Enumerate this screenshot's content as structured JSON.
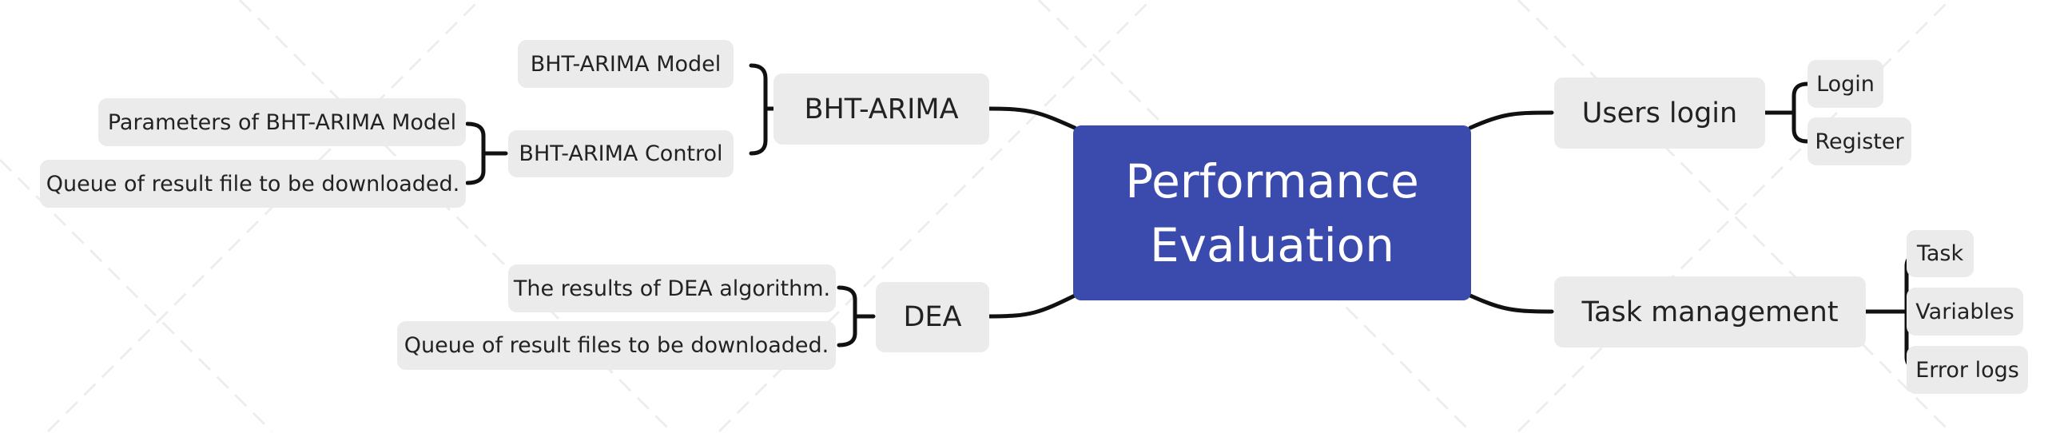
{
  "root": {
    "line1": "Performance",
    "line2": "Evaluation",
    "color": "#3a4aad"
  },
  "branches": {
    "bht_arima": {
      "label": "BHT-ARIMA",
      "children": {
        "model": "BHT-ARIMA Model",
        "control": {
          "label": "BHT-ARIMA Control",
          "children": [
            "Parameters of BHT-ARIMA Model",
            "Queue of result file to be downloaded."
          ]
        }
      }
    },
    "dea": {
      "label": "DEA",
      "children": [
        "The results of DEA algorithm.",
        "Queue of result files to be downloaded."
      ]
    },
    "users_login": {
      "label": "Users login",
      "children": [
        "Login",
        "Register"
      ]
    },
    "task_management": {
      "label": "Task management",
      "children": [
        "Task",
        "Variables",
        "Error logs"
      ]
    }
  },
  "node_color": "#ebebeb",
  "line_color": "#111111"
}
